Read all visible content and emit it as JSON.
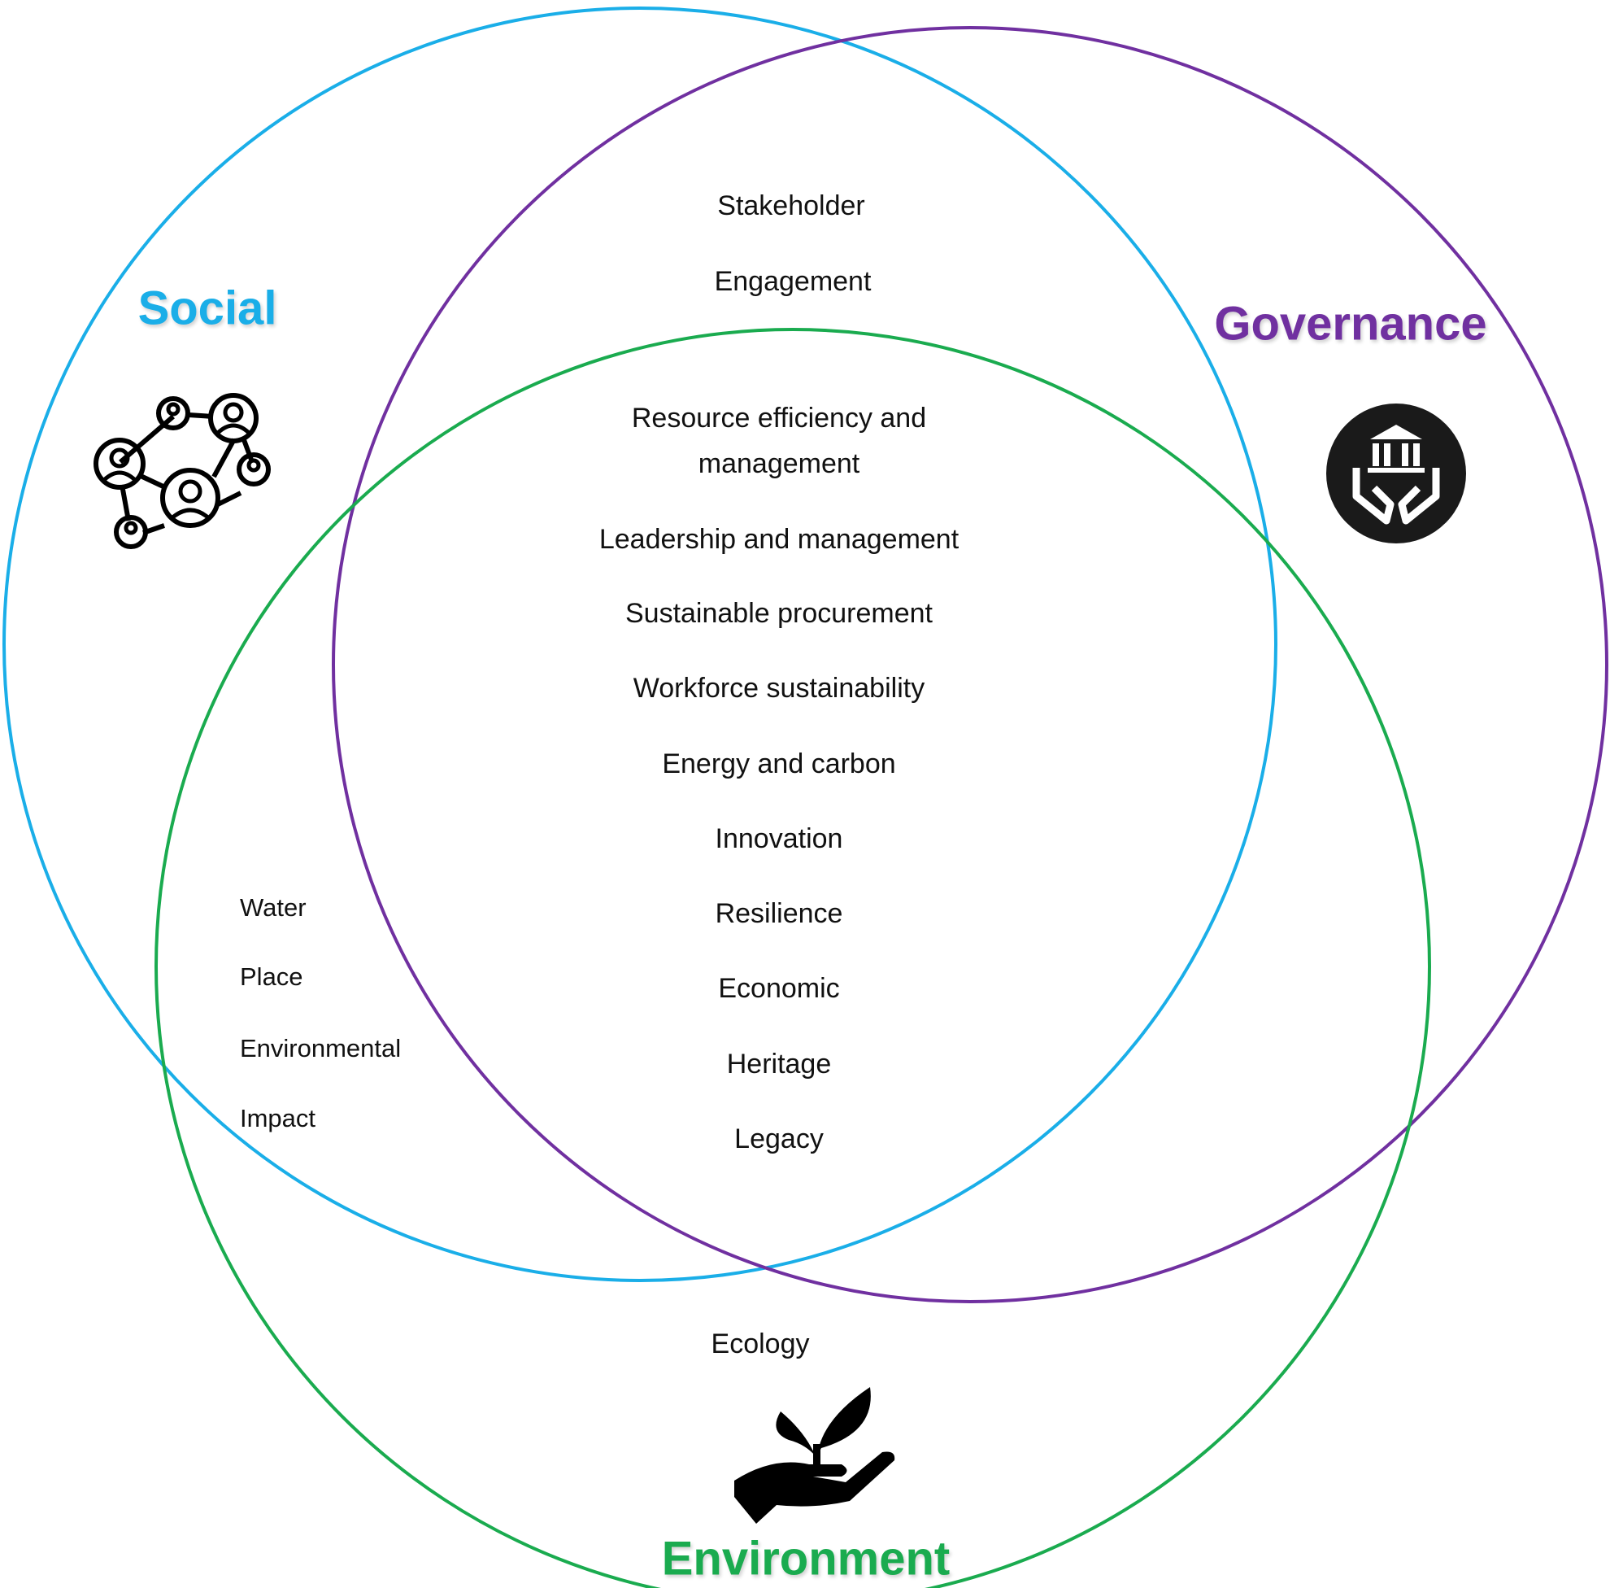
{
  "colors": {
    "social": "#1aaee8",
    "governance": "#7030a0",
    "environment": "#1aab4f"
  },
  "headings": {
    "social": "Social",
    "governance": "Governance",
    "environment": "Environment"
  },
  "icons": {
    "social": "people-network-icon",
    "governance": "institution-hands-icon",
    "environment": "plant-in-hand-icon"
  },
  "social_governance": [
    "Stakeholder",
    "Engagement"
  ],
  "center": [
    "Resource efficiency and",
    "management",
    "Leadership and management",
    "Sustainable procurement",
    "Workforce sustainability",
    "Energy and carbon",
    "Innovation",
    "Resilience",
    "Economic",
    "Heritage",
    "Legacy"
  ],
  "social_environment": [
    "Water",
    "Place",
    "Environmental",
    "Impact"
  ],
  "environment_only": [
    "Ecology"
  ]
}
